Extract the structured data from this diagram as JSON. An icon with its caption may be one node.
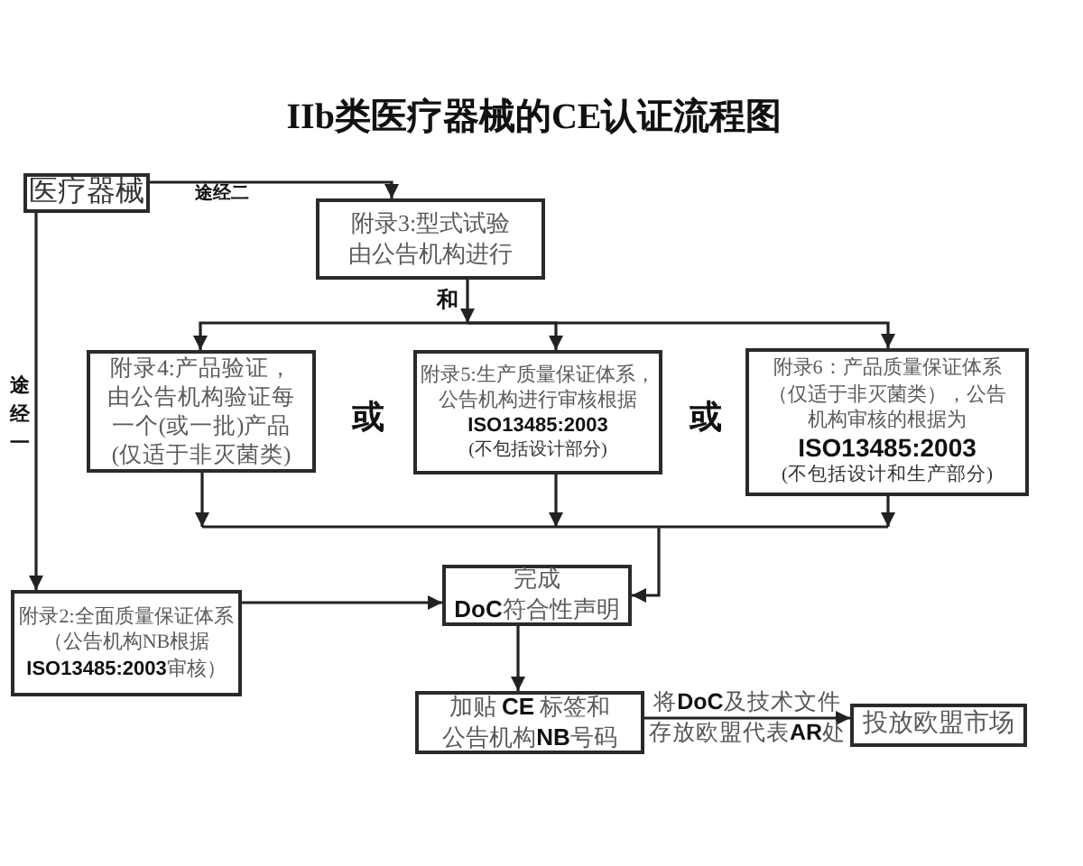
{
  "diagram": {
    "title": "IIb类医疗器械的CE认证流程图",
    "nodes": [
      {
        "text": [
          "医疗器械"
        ]
      },
      {
        "text": [
          "附录3:型式试验由公告机构进行"
        ]
      },
      {
        "text": [
          "附录4:产品验证，由公告机构验证每一个(或一批)产品(仅适于非灭菌类)"
        ]
      },
      {
        "text": [
          "附录5:生产质量保证体系，公告机构进行审核根据**ISO13485:2003**",
          "(不包括设计部分)"
        ]
      },
      {
        "text": [
          "附录6：产品质量保证体系（仅适于非灭菌类），公告机构审核的根据为**ISO13485:2003**",
          "(不包括设计和生产部分)"
        ]
      },
      {
        "text": [
          "附录2:全面质量保证体系（公告机构NB根据**ISO13485:2003**审核）"
        ]
      },
      {
        "text": [
          "完成**DoC**符合性声明"
        ]
      },
      {
        "text": [
          "加贴**CE**标签和公告机构**NB**号码"
        ]
      },
      {
        "text": [
          "投放欧盟市场"
        ]
      }
    ],
    "edges": [
      {
        "from": 0,
        "to": 1,
        "arrow": "to",
        "label": "途经二"
      },
      {
        "from": 0,
        "to": 5,
        "arrow": "to",
        "label": "途经一"
      },
      {
        "from": 1,
        "to": 2,
        "arrow": "to"
      },
      {
        "from": 1,
        "to": 3,
        "arrow": "to",
        "label": "和"
      },
      {
        "from": 1,
        "to": 4,
        "arrow": "to"
      },
      {
        "from": 2,
        "to": 6,
        "arrow": "to"
      },
      {
        "from": 3,
        "to": 6,
        "arrow": "to"
      },
      {
        "from": 4,
        "to": 6,
        "arrow": "to"
      },
      {
        "from": 5,
        "to": 6,
        "arrow": "to"
      },
      {
        "from": 6,
        "to": 7,
        "arrow": "to"
      },
      {
        "from": 7,
        "to": 8,
        "arrow": "to",
        "label": "将**DoC**及技术文件存放欧盟代表**AR**处"
      }
    ],
    "labels": [
      "或",
      "或"
    ]
  }
}
